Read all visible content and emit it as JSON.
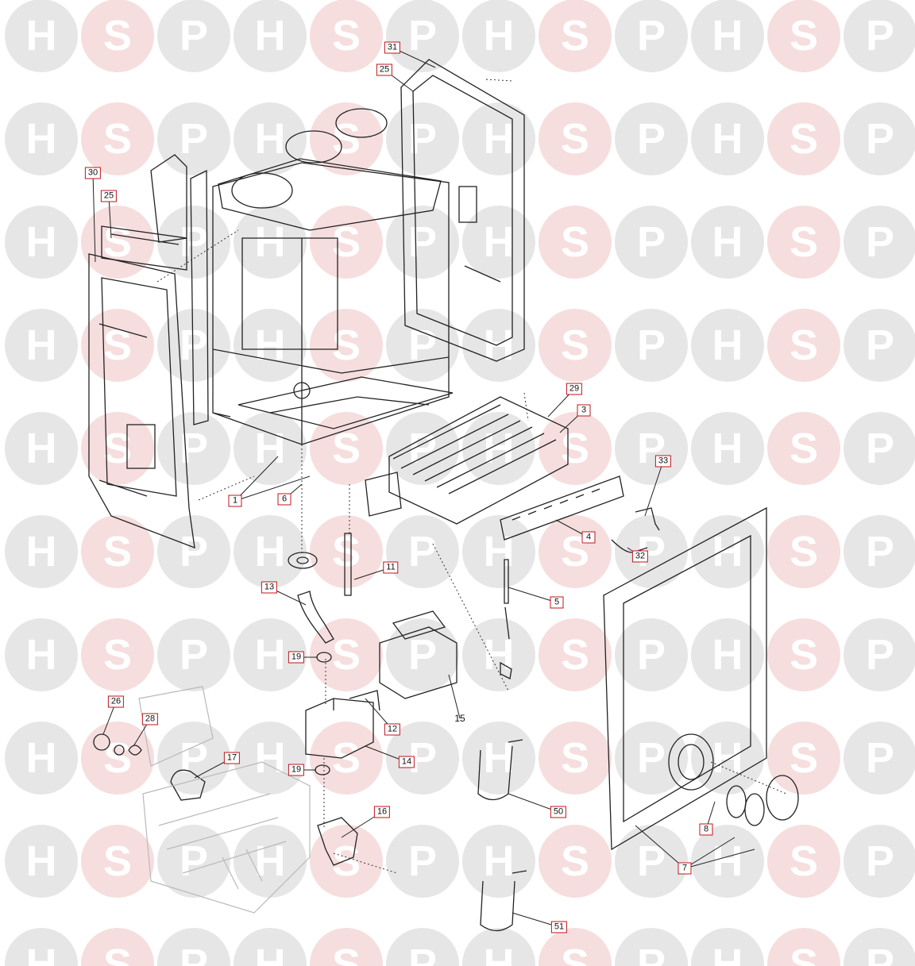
{
  "watermark": {
    "letters": [
      "H",
      "S",
      "P"
    ],
    "logo_text": "HSP",
    "color": "#e6e6e6",
    "accent": "#f6dede"
  },
  "part_labels": [
    "31",
    "25",
    "30",
    "25",
    "29",
    "3",
    "33",
    "4",
    "32",
    "1",
    "6",
    "11",
    "13",
    "5",
    "19",
    "26",
    "28",
    "12",
    "15",
    "17",
    "14",
    "19",
    "16",
    "50",
    "8",
    "7",
    "51"
  ],
  "colors": {
    "label_border": "#c0141b",
    "line": "#222222",
    "faded": "#b9b9b9"
  }
}
